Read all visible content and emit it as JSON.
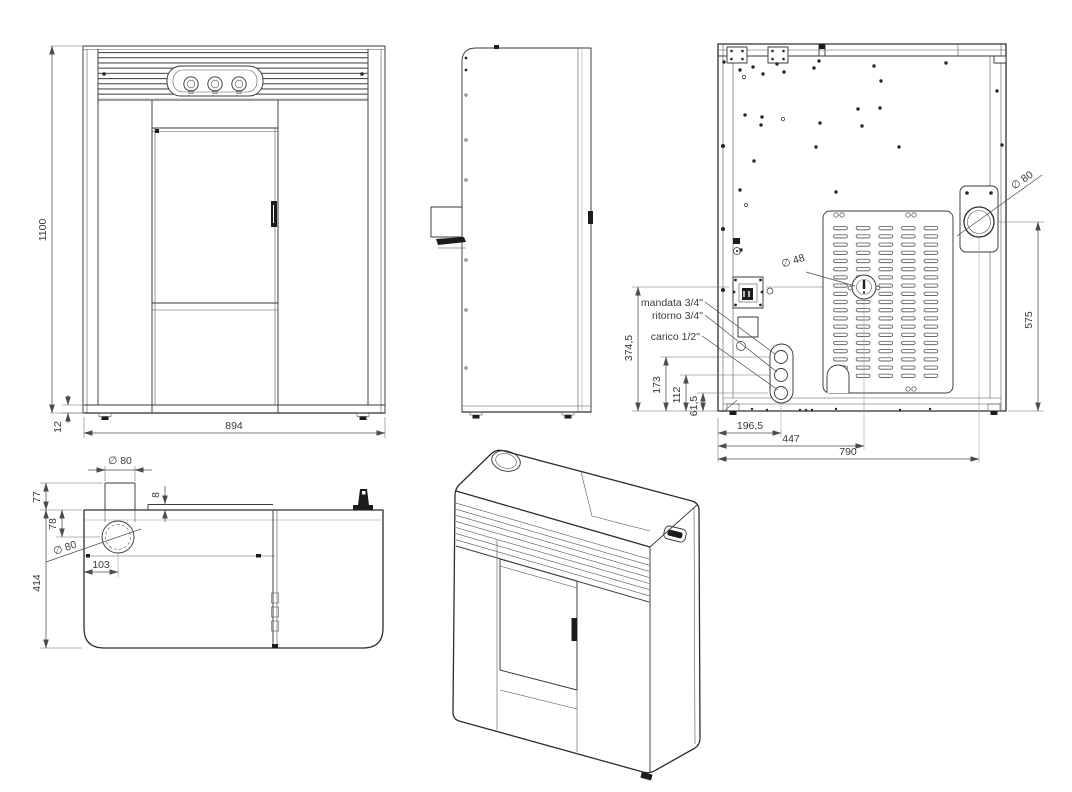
{
  "front_view": {
    "dim_height": "1100",
    "dim_plinth": "12",
    "dim_width": "894"
  },
  "rear_view": {
    "label_mandata": "mandata 3/4\"",
    "label_ritorno": "ritorno 3/4\"",
    "label_carico": "carico 1/2\"",
    "label_smoke_diameter": "∅ 48",
    "label_flue_diameter": "∅ 80",
    "dim_smoke_height": "374,5",
    "dim_mandata_height": "173",
    "dim_ritorno_height": "112",
    "dim_carico_height": "61,5",
    "dim_pipes_offset": "196,5",
    "dim_smoke_offset": "447",
    "dim_flue_offset": "790",
    "dim_flue_height": "575"
  },
  "top_view": {
    "label_flue_diameter_top": "∅ 80",
    "label_flue_diameter_plan": "∅ 80",
    "dim_flue_stub": "77",
    "dim_flue_center_from_rear": "78",
    "dim_flue_center_from_left": "103",
    "dim_depth": "414",
    "dim_lid_gap": "8"
  },
  "colors": {
    "line": "#3a3a3a",
    "background": "#ffffff"
  }
}
